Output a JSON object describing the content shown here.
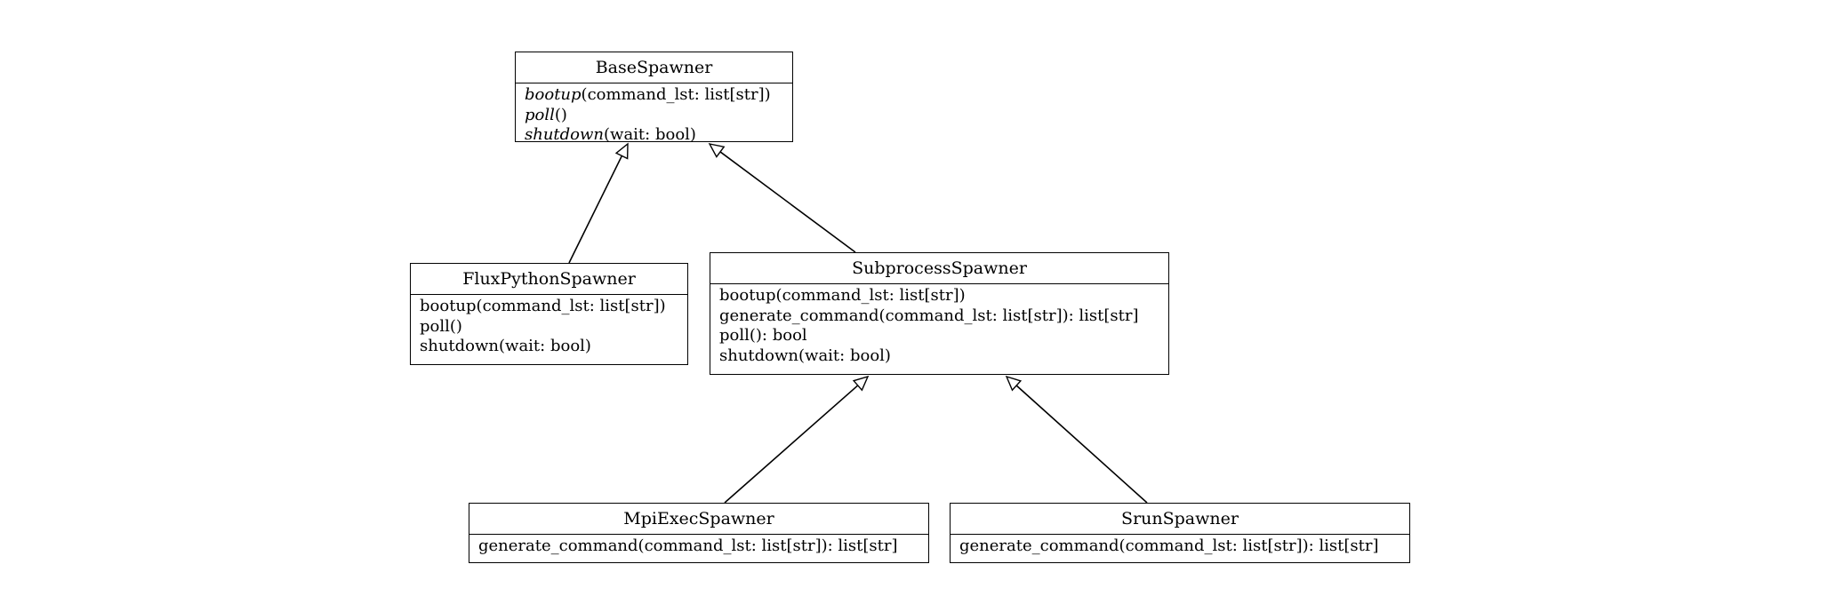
{
  "classes": {
    "base": {
      "name": "BaseSpawner",
      "methods": [
        {
          "name": "bootup",
          "sig": "(command_lst: list[str])",
          "abstract": true
        },
        {
          "name": "poll",
          "sig": "()",
          "abstract": true
        },
        {
          "name": "shutdown",
          "sig": "(wait: bool)",
          "abstract": true
        }
      ]
    },
    "flux": {
      "name": "FluxPythonSpawner",
      "methods": [
        {
          "name": "bootup",
          "sig": "(command_lst: list[str])",
          "abstract": false
        },
        {
          "name": "poll",
          "sig": "()",
          "abstract": false
        },
        {
          "name": "shutdown",
          "sig": "(wait: bool)",
          "abstract": false
        }
      ]
    },
    "subprocess": {
      "name": "SubprocessSpawner",
      "methods": [
        {
          "name": "bootup",
          "sig": "(command_lst: list[str])",
          "abstract": false
        },
        {
          "name": "generate_command",
          "sig": "(command_lst: list[str]): list[str]",
          "abstract": false
        },
        {
          "name": "poll",
          "sig": "(): bool",
          "abstract": false
        },
        {
          "name": "shutdown",
          "sig": "(wait: bool)",
          "abstract": false
        }
      ]
    },
    "mpiexec": {
      "name": "MpiExecSpawner",
      "methods": [
        {
          "name": "generate_command",
          "sig": "(command_lst: list[str]): list[str]",
          "abstract": false
        }
      ]
    },
    "srun": {
      "name": "SrunSpawner",
      "methods": [
        {
          "name": "generate_command",
          "sig": "(command_lst: list[str]): list[str]",
          "abstract": false
        }
      ]
    }
  },
  "edges": [
    {
      "from": "flux",
      "to": "base",
      "relation": "inherits"
    },
    {
      "from": "subprocess",
      "to": "base",
      "relation": "inherits"
    },
    {
      "from": "mpiexec",
      "to": "subprocess",
      "relation": "inherits"
    },
    {
      "from": "srun",
      "to": "subprocess",
      "relation": "inherits"
    }
  ]
}
